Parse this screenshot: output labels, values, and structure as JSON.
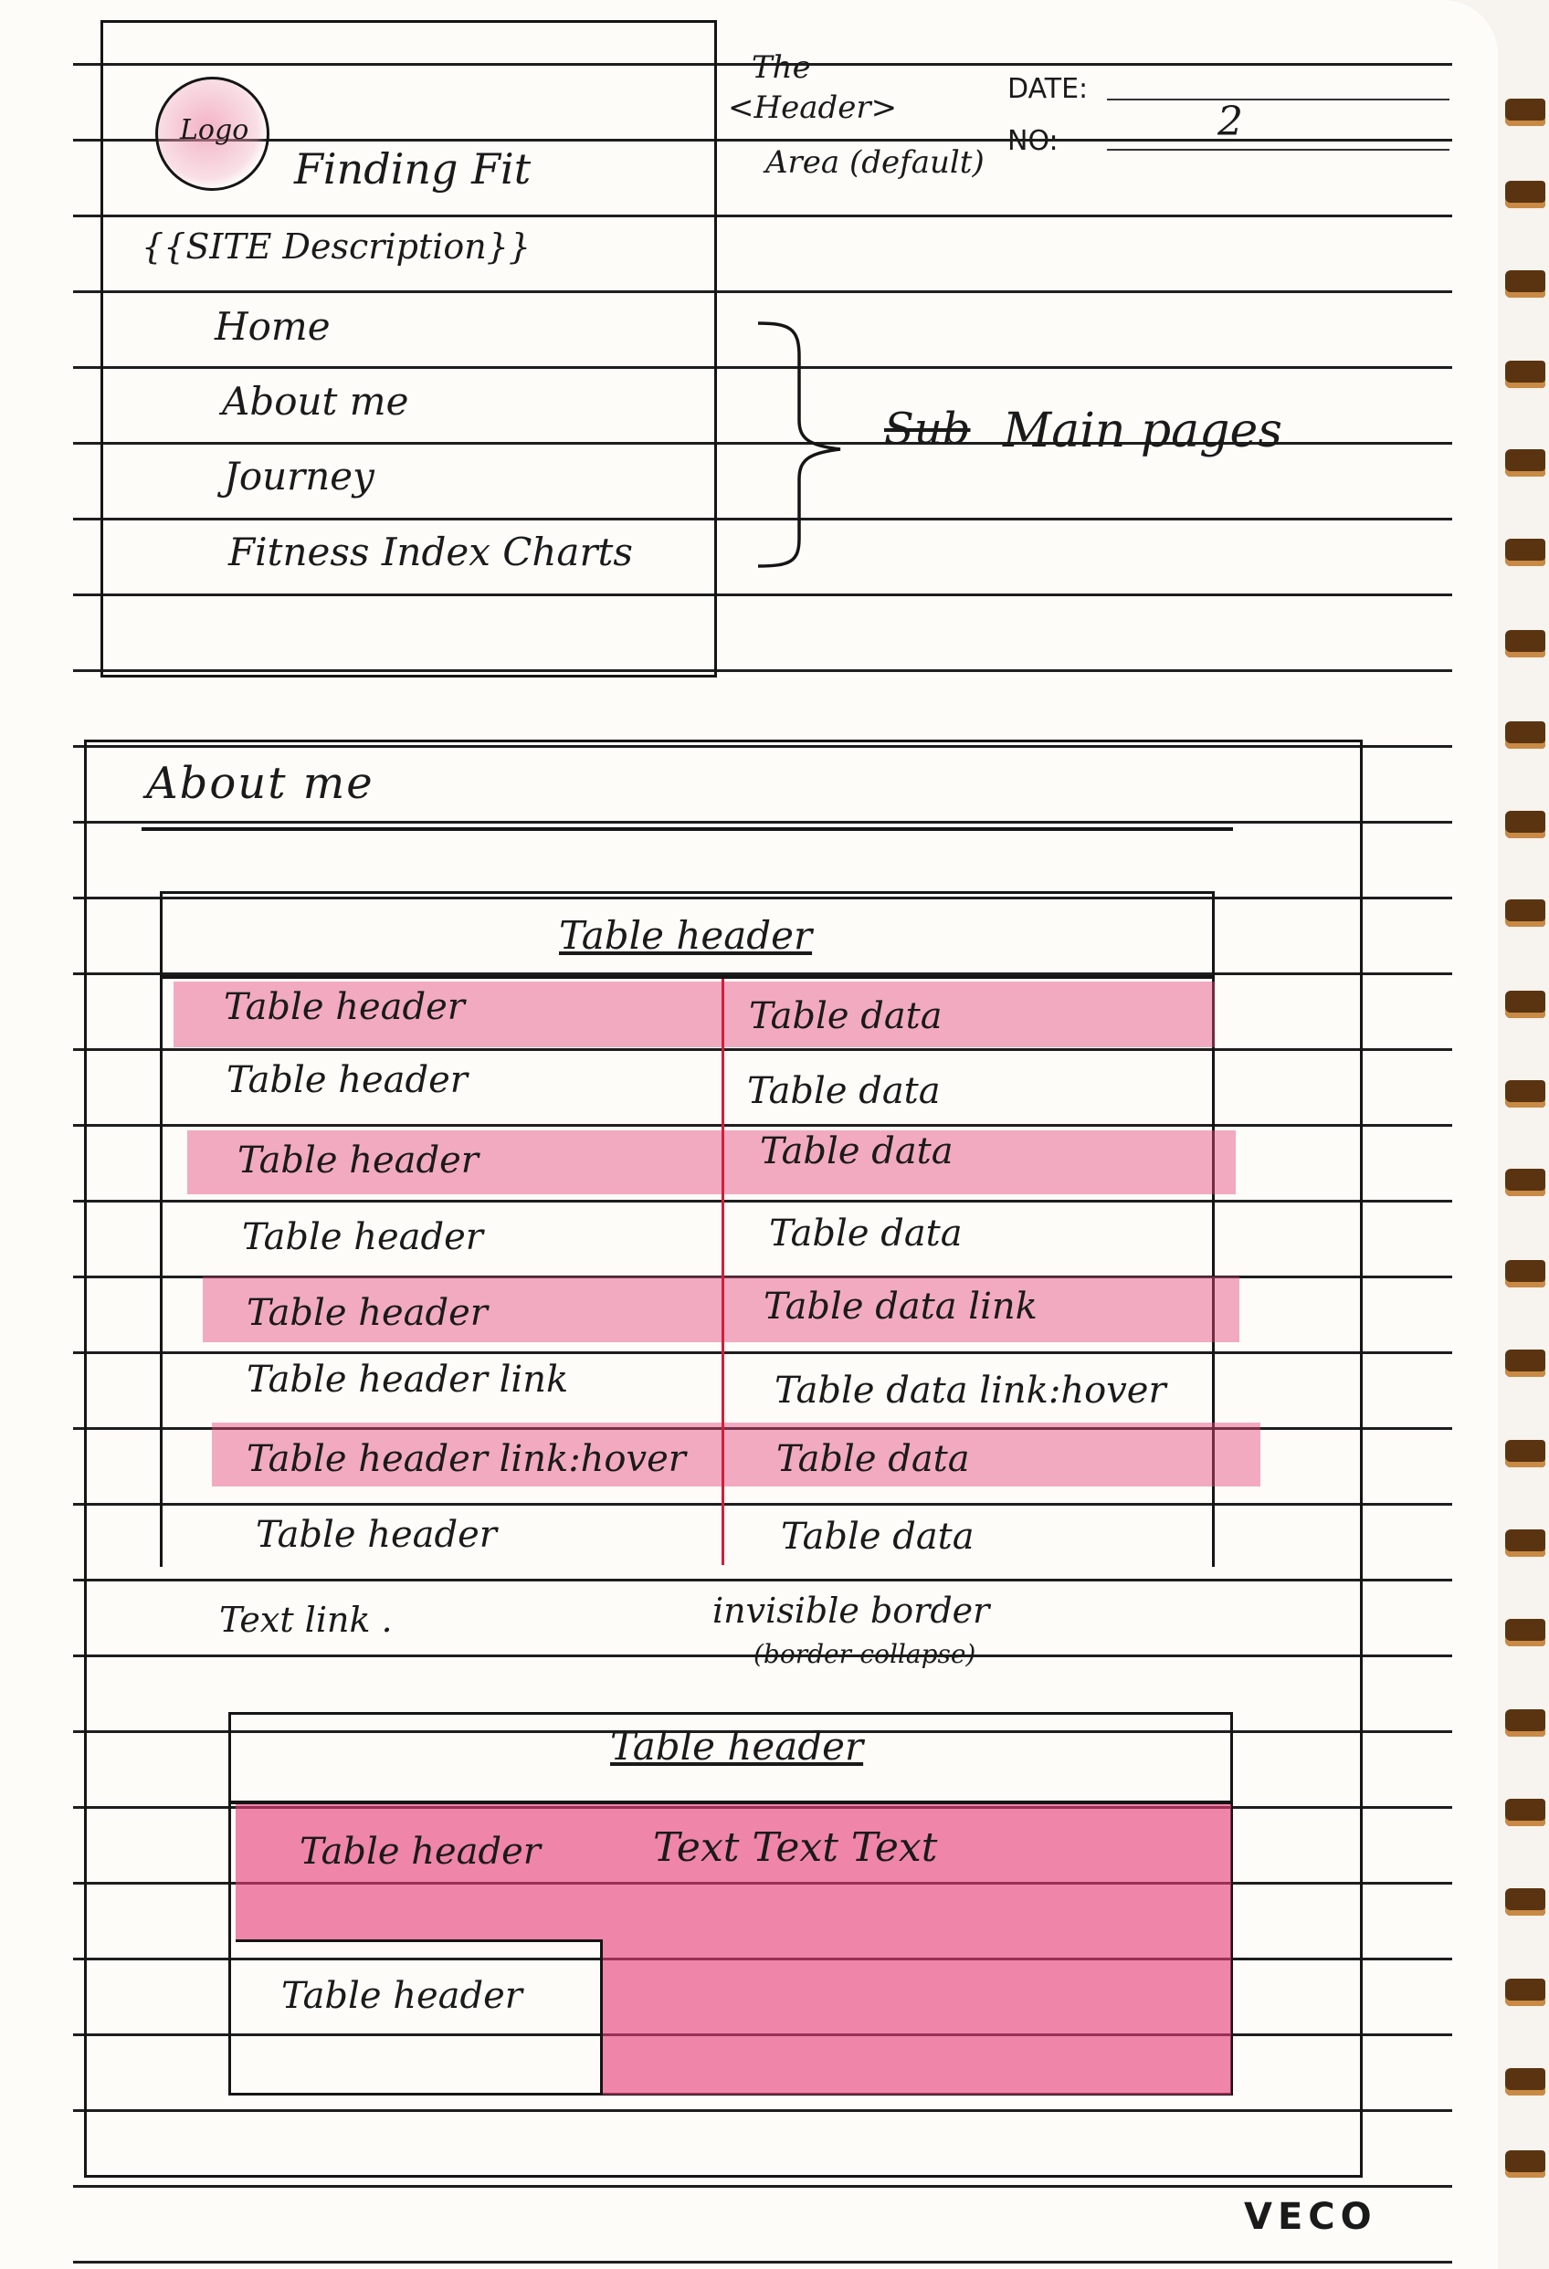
{
  "header_area": {
    "logo": "Logo",
    "site_name": "Finding Fit",
    "site_description": "{{SITE Description}}",
    "nav_items": [
      {
        "label": "Home"
      },
      {
        "label": "About me"
      },
      {
        "label": "Journey"
      },
      {
        "label": "Fitness Index Charts"
      }
    ]
  },
  "annotations": {
    "header_note_line1": "The",
    "header_note_line2": "<Header>",
    "header_note_line3": "Area (default)",
    "main_pages_struck": "Sub",
    "main_pages": "Main pages",
    "text_link": "Text link .",
    "invisible_border": "invisible border",
    "border_collapse": "(border-collapse)"
  },
  "meta": {
    "date_label": "DATE:",
    "no_label": "NO:",
    "no_value": "2",
    "brand": "VECO"
  },
  "about_section": {
    "title": "About me",
    "table1": {
      "caption": "Table header",
      "rows": [
        {
          "header": "Table header",
          "data": "Table data"
        },
        {
          "header": "Table header",
          "data": "Table data"
        },
        {
          "header": "Table header",
          "data": "Table data"
        },
        {
          "header": "Table header",
          "data": "Table data"
        },
        {
          "header": "Table header",
          "data": "Table data link"
        },
        {
          "header": "Table header link",
          "data": "Table data link:hover"
        },
        {
          "header": "Table header link:hover",
          "data": "Table data"
        },
        {
          "header": "Table header",
          "data": "Table data"
        }
      ]
    },
    "table2": {
      "caption": "Table header",
      "rows": [
        {
          "header": "Table header",
          "data": "Text Text Text"
        },
        {
          "header": "Table header",
          "data": ""
        }
      ]
    }
  }
}
